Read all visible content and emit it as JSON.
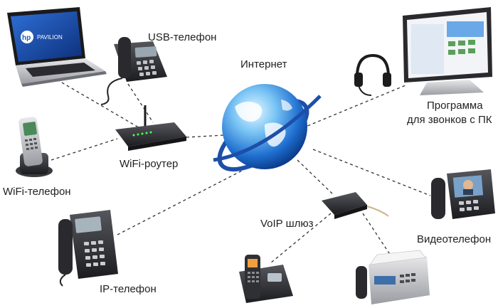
{
  "labels": {
    "internet": "Интернет",
    "usb_phone": "USB-телефон",
    "wifi_router": "WiFi-роутер",
    "wifi_phone": "WiFi-телефон",
    "ip_phone": "IP-телефон",
    "voip_gateway": "VoIP шлюз",
    "pc_program_line1": "Программа",
    "pc_program_line2": "для звонков с ПК",
    "videophone": "Видеотелефон"
  },
  "icons": {
    "laptop": "laptop-icon",
    "laptop_brand": "hp",
    "laptop_model": "PAVILION",
    "usb_phone": "desk-phone-icon",
    "router": "wifi-router-icon",
    "wifi_phone": "cordless-phone-icon",
    "ip_phone": "ip-phone-icon",
    "globe": "globe-icon",
    "monitor": "monitor-icon",
    "headset": "headset-icon",
    "gateway": "voip-gateway-icon",
    "videophone": "videophone-icon",
    "dect_phone": "dect-phone-icon",
    "fax": "fax-machine-icon"
  },
  "colors": {
    "globe_light": "#9fd8ff",
    "globe_dark": "#1258b8",
    "orbit": "#1d4fa8",
    "device_dark": "#2a2a2e",
    "connector_line": "#333333"
  }
}
